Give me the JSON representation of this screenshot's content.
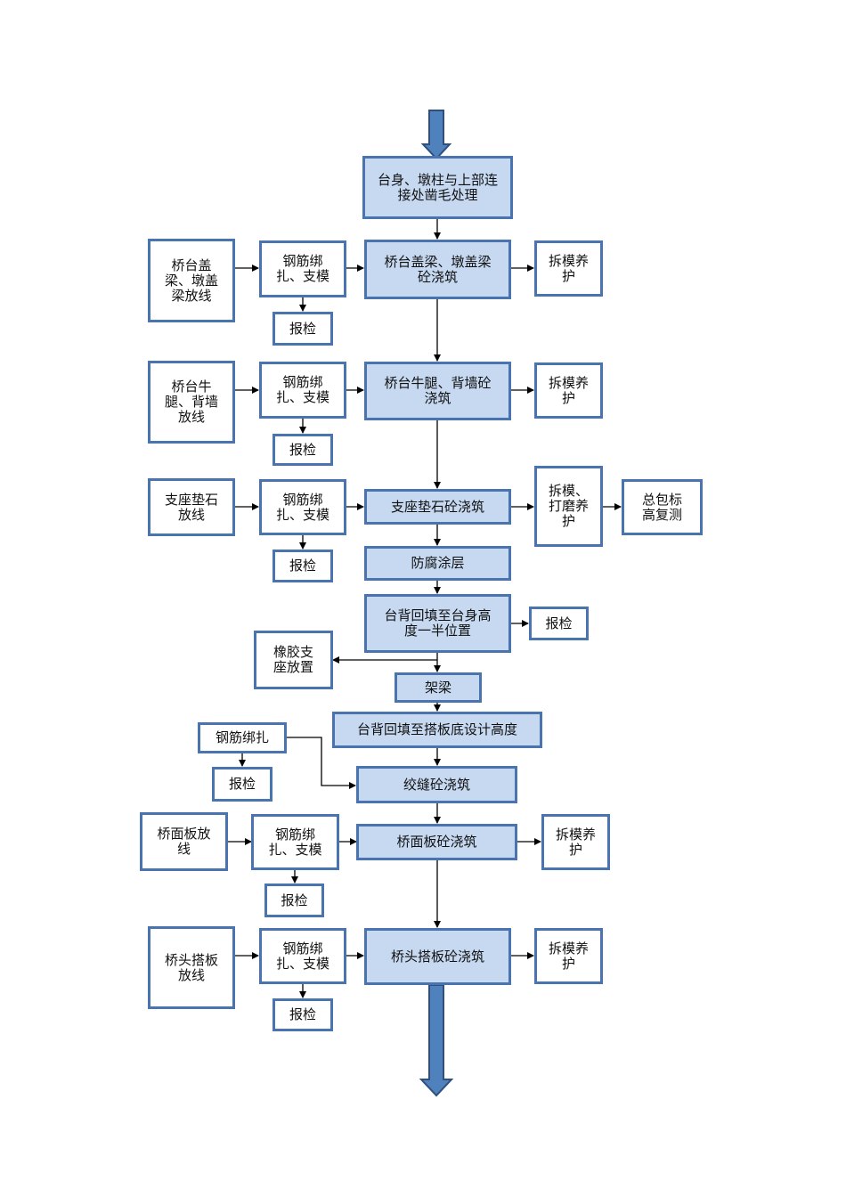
{
  "diagram": {
    "main_steps": {
      "s1": "台身、墩柱与上部连\n接处凿毛处理",
      "s2": "桥台盖梁、墩盖梁\n砼浇筑",
      "s3": "桥台牛腿、背墙砼\n浇筑",
      "s4": "支座垫石砼浇筑",
      "s5": "防腐涂层",
      "s6": "台背回填至台身高\n度一半位置",
      "s7": "架梁",
      "s8": "台背回填至搭板底设计高度",
      "s9": "绞缝砼浇筑",
      "s10": "桥面板砼浇筑",
      "s11": "桥头搭板砼浇筑"
    },
    "side_boxes": {
      "r1_layout": "桥台盖\n梁、墩盖\n梁放线",
      "r1_rebar": "钢筋绑\n扎、支模",
      "r1_inspect": "报检",
      "r1_cure": "拆模养\n护",
      "r2_layout": "桥台牛\n腿、背墙\n放线",
      "r2_rebar": "钢筋绑\n扎、支模",
      "r2_inspect": "报检",
      "r2_cure": "拆模养\n护",
      "r3_layout": "支座垫石\n放线",
      "r3_rebar": "钢筋绑\n扎、支模",
      "r3_inspect": "报检",
      "r3_cure": "拆模、\n打磨养\n护",
      "r3_survey": "总包标\n高复测",
      "r6_inspect": "报检",
      "r7_bearing": "橡胶支\n座放置",
      "r9_rebar": "钢筋绑扎",
      "r9_inspect": "报检",
      "r10_layout": "桥面板放\n线",
      "r10_rebar": "钢筋绑\n扎、支模",
      "r10_inspect": "报检",
      "r10_cure": "拆模养\n护",
      "r11_layout": "桥头搭板\n放线",
      "r11_rebar": "钢筋绑\n扎、支模",
      "r11_inspect": "报检",
      "r11_cure": "拆模养\n护"
    },
    "colors": {
      "main_fill": "#c6d9f1",
      "border": "#4a74b0",
      "big_arrow": "#4f81bd",
      "line": "#000000"
    }
  }
}
